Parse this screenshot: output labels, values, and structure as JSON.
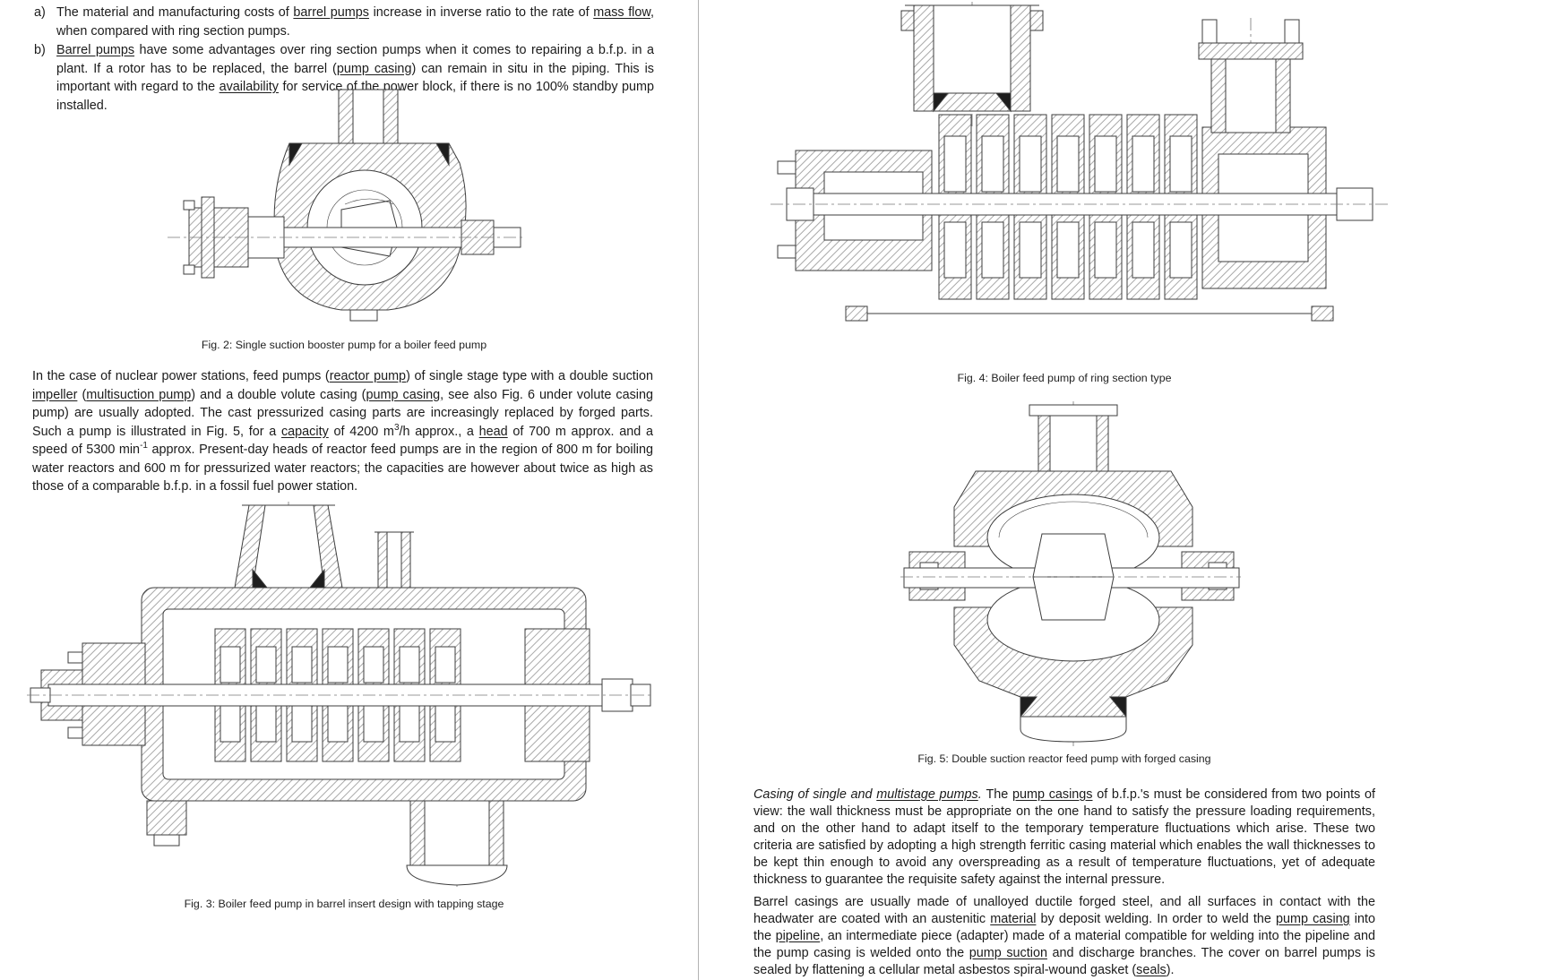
{
  "colors": {
    "text": "#1b1b1b",
    "page_divider": "#b3b3b3",
    "drawing_stroke": "#3d3d3d"
  },
  "left_page": {
    "list_items": [
      {
        "label": "a)",
        "segments": [
          {
            "t": "The material and manufacturing costs of "
          },
          {
            "t": "barrel pumps",
            "u": true
          },
          {
            "t": " increase in inverse ratio to the rate of "
          },
          {
            "t": "mass flow",
            "u": true
          },
          {
            "t": ", when compared with ring section pumps."
          }
        ]
      },
      {
        "label": "b)",
        "segments": [
          {
            "t": "Barrel pumps",
            "u": true
          },
          {
            "t": " have some advantages over ring section pumps when it comes to repairing a b.f.p. in a plant. If a rotor has to be replaced, the barrel ("
          },
          {
            "t": "pump casing",
            "u": true
          },
          {
            "t": ") can remain in situ in the piping. This is important with regard to the "
          },
          {
            "t": "availability",
            "u": true
          },
          {
            "t": " for service of the power block, if there is no 100% standby pump installed."
          }
        ]
      }
    ],
    "figure2": {
      "caption": "Fig. 2: Single suction booster pump for a boiler feed pump"
    },
    "paragraph_nuclear": {
      "segments": [
        {
          "t": "In the case of nuclear power stations, feed pumps ("
        },
        {
          "t": "reactor pump",
          "u": true
        },
        {
          "t": ") of single stage type with a double suction "
        },
        {
          "t": "impeller",
          "u": true
        },
        {
          "t": " ("
        },
        {
          "t": "multisuction pump",
          "u": true
        },
        {
          "t": ") and a double volute casing ("
        },
        {
          "t": "pump casing",
          "u": true
        },
        {
          "t": ", see also Fig. 6 under volute casing pump) are usually adopted. The cast pressurized casing parts are increasingly replaced by forged parts. Such a pump is illustrated in Fig. 5, for a "
        },
        {
          "t": "capacity",
          "u": true
        },
        {
          "t": " of 4200 m"
        },
        {
          "t": "3",
          "sup": true
        },
        {
          "t": "/h approx., a "
        },
        {
          "t": "head",
          "u": true
        },
        {
          "t": " of 700 m approx. and a speed of 5300 min"
        },
        {
          "t": "-1",
          "sup": true
        },
        {
          "t": " approx. Present-day heads of reactor feed pumps are in the region of 800 m for boiling water reactors and 600 m for pressurized water reactors; the capacities are however about twice as high as those of a comparable b.f.p. in a fossil fuel power station."
        }
      ]
    },
    "figure3": {
      "caption": "Fig. 3: Boiler feed pump in barrel insert design with tapping stage"
    }
  },
  "right_page": {
    "figure4": {
      "caption": "Fig. 4: Boiler feed pump of ring section type"
    },
    "figure5": {
      "caption": "Fig. 5: Double suction reactor feed pump with forged casing"
    },
    "paragraph_casing": {
      "segments": [
        {
          "t": "Casing of single and ",
          "i": true
        },
        {
          "t": "multistage pumps",
          "i": true,
          "u": true
        },
        {
          "t": ". ",
          "i": true
        },
        {
          "t": "The "
        },
        {
          "t": "pump casings",
          "u": true
        },
        {
          "t": " of b.f.p.'s must be considered from two points of view: the wall thickness must be appropriate on the one hand to satisfy the pressure loading requirements, and on the other hand to adapt itself to the temporary temperature fluctuations which arise. These two criteria are satisfied by adopting a high strength ferritic casing material which enables the wall thicknesses to be kept thin enough to avoid any overspreading as a result of temperature fluctuations, yet of adequate thickness to guarantee the requisite safety against the internal pressure."
        }
      ]
    },
    "paragraph_barrel": {
      "segments": [
        {
          "t": "Barrel casings are usually made of unalloyed ductile forged steel, and all surfaces in contact with the headwater are coated with an austenitic "
        },
        {
          "t": "material",
          "u": true
        },
        {
          "t": " by deposit welding. In order to weld the "
        },
        {
          "t": "pump casing",
          "u": true
        },
        {
          "t": " into the "
        },
        {
          "t": "pipeline",
          "u": true
        },
        {
          "t": ", an intermediate piece (adapter) made of a material compatible for welding into the pipeline and the pump casing is welded onto the "
        },
        {
          "t": "pump suction",
          "u": true
        },
        {
          "t": " and discharge branches. The cover on barrel pumps is sealed by flattening a cellular metal asbestos spiral-wound gasket ("
        },
        {
          "t": "seals",
          "u": true
        },
        {
          "t": ")."
        }
      ]
    }
  }
}
